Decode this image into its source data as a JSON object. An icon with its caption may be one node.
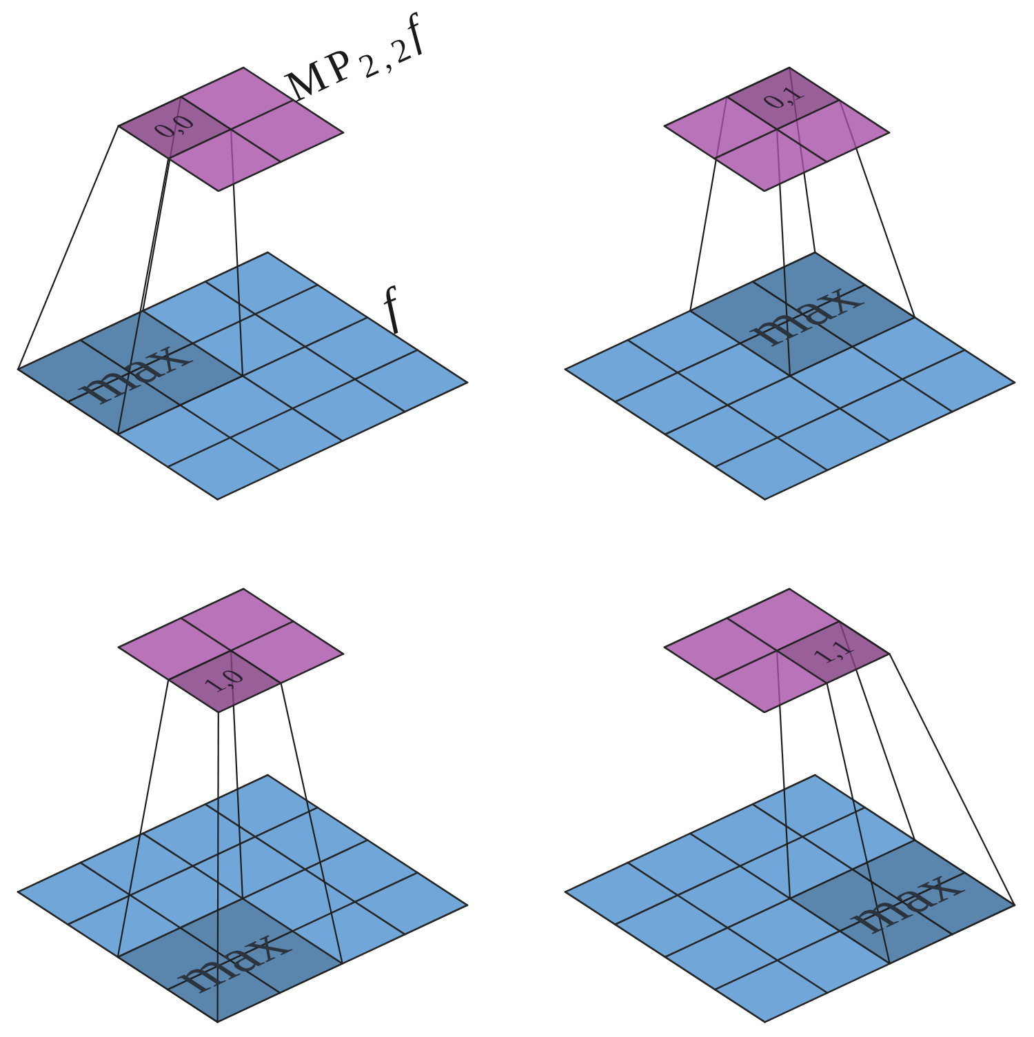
{
  "diagram": {
    "nodes": [
      {
        "text": [],
        "shape": "grid",
        "beside": [
          "MP$_{2,2}$*f*"
        ]
      },
      {
        "text": [
          "0,0"
        ],
        "in": 0
      },
      {
        "text": [],
        "shape": "grid",
        "beside": [
          "f"
        ]
      },
      {
        "text": [
          "max"
        ],
        "in": 2
      },
      {
        "text": [],
        "shape": "grid"
      },
      {
        "text": [
          "0,1"
        ],
        "in": 4
      },
      {
        "text": [],
        "shape": "grid"
      },
      {
        "text": [
          "max"
        ],
        "in": 6
      },
      {
        "text": [],
        "shape": "grid"
      },
      {
        "text": [
          "1,0"
        ],
        "in": 8
      },
      {
        "text": [],
        "shape": "grid"
      },
      {
        "text": [
          "max"
        ],
        "in": 10
      },
      {
        "text": [],
        "shape": "grid"
      },
      {
        "text": [
          "1,1"
        ],
        "in": 12
      },
      {
        "text": [],
        "shape": "grid"
      },
      {
        "text": [
          "max"
        ],
        "in": 14
      }
    ],
    "edges": [
      {
        "from": 1,
        "to": 3,
        "arrow": "none"
      },
      {
        "from": 1,
        "to": 3,
        "arrow": "none"
      },
      {
        "from": 1,
        "to": 3,
        "arrow": "none"
      },
      {
        "from": 1,
        "to": 3,
        "arrow": "none"
      },
      {
        "from": 5,
        "to": 7,
        "arrow": "none"
      },
      {
        "from": 5,
        "to": 7,
        "arrow": "none"
      },
      {
        "from": 5,
        "to": 7,
        "arrow": "none"
      },
      {
        "from": 5,
        "to": 7,
        "arrow": "none"
      },
      {
        "from": 9,
        "to": 11,
        "arrow": "none"
      },
      {
        "from": 9,
        "to": 11,
        "arrow": "none"
      },
      {
        "from": 9,
        "to": 11,
        "arrow": "none"
      },
      {
        "from": 9,
        "to": 11,
        "arrow": "none"
      },
      {
        "from": 13,
        "to": 15,
        "arrow": "none"
      },
      {
        "from": 13,
        "to": 15,
        "arrow": "none"
      },
      {
        "from": 13,
        "to": 15,
        "arrow": "none"
      },
      {
        "from": 13,
        "to": 15,
        "arrow": "none"
      }
    ]
  }
}
